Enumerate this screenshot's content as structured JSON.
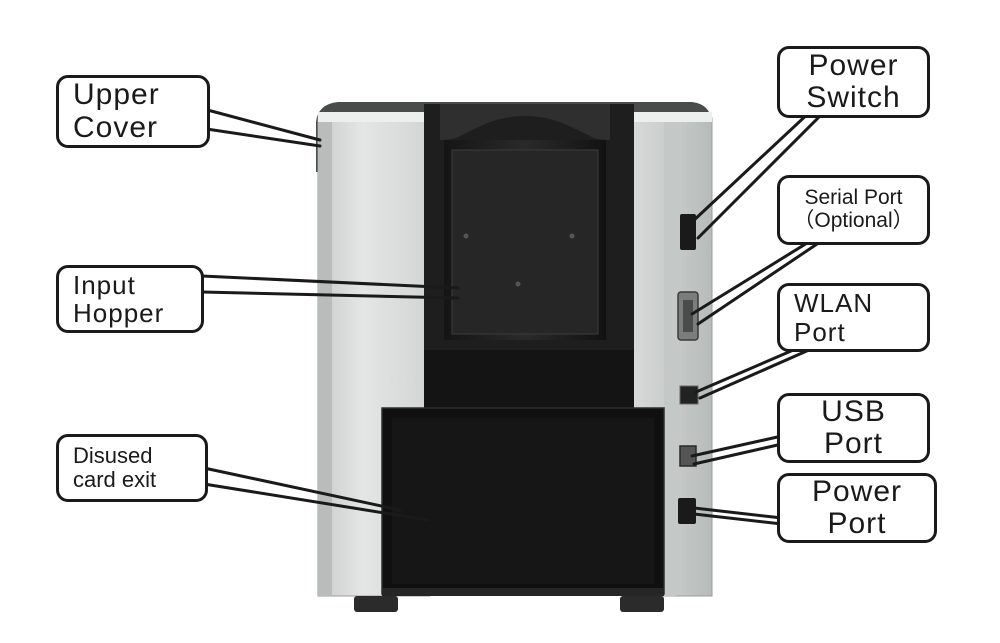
{
  "callouts": {
    "upper_cover": {
      "line1": "Upper",
      "line2": "Cover"
    },
    "input_hopper": {
      "line1": "Input",
      "line2": "Hopper"
    },
    "disused_card_exit": {
      "line1": "Disused",
      "line2": "card exit"
    },
    "power_switch": {
      "line1": "Power",
      "line2": "Switch"
    },
    "serial_port": {
      "line1": "Serial Port",
      "line2": "（Optional）"
    },
    "wlan_port": {
      "line1": "WLAN",
      "line2": "Port"
    },
    "usb_port": {
      "line1": "USB",
      "line2": "Port"
    },
    "power_port": {
      "line1": "Power",
      "line2": "Port"
    }
  },
  "colors": {
    "body_light": "#dcdedd",
    "body_dark": "#111111",
    "outline": "#1a1a1a"
  }
}
